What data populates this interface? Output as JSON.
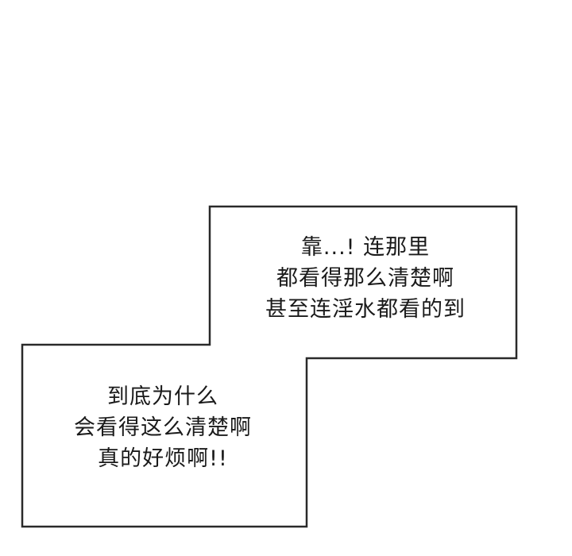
{
  "upper_caption": {
    "lines": [
      "靠...! 连那里",
      "都看得那么清楚啊",
      "甚至连淫水都看的到"
    ]
  },
  "lower_caption": {
    "lines": [
      "到底为什么",
      "会看得这么清楚啊",
      "真的好烦啊!!"
    ]
  },
  "colors": {
    "background": "#ffffff",
    "border": "#2a2a2a",
    "text": "#1a1a1a"
  }
}
